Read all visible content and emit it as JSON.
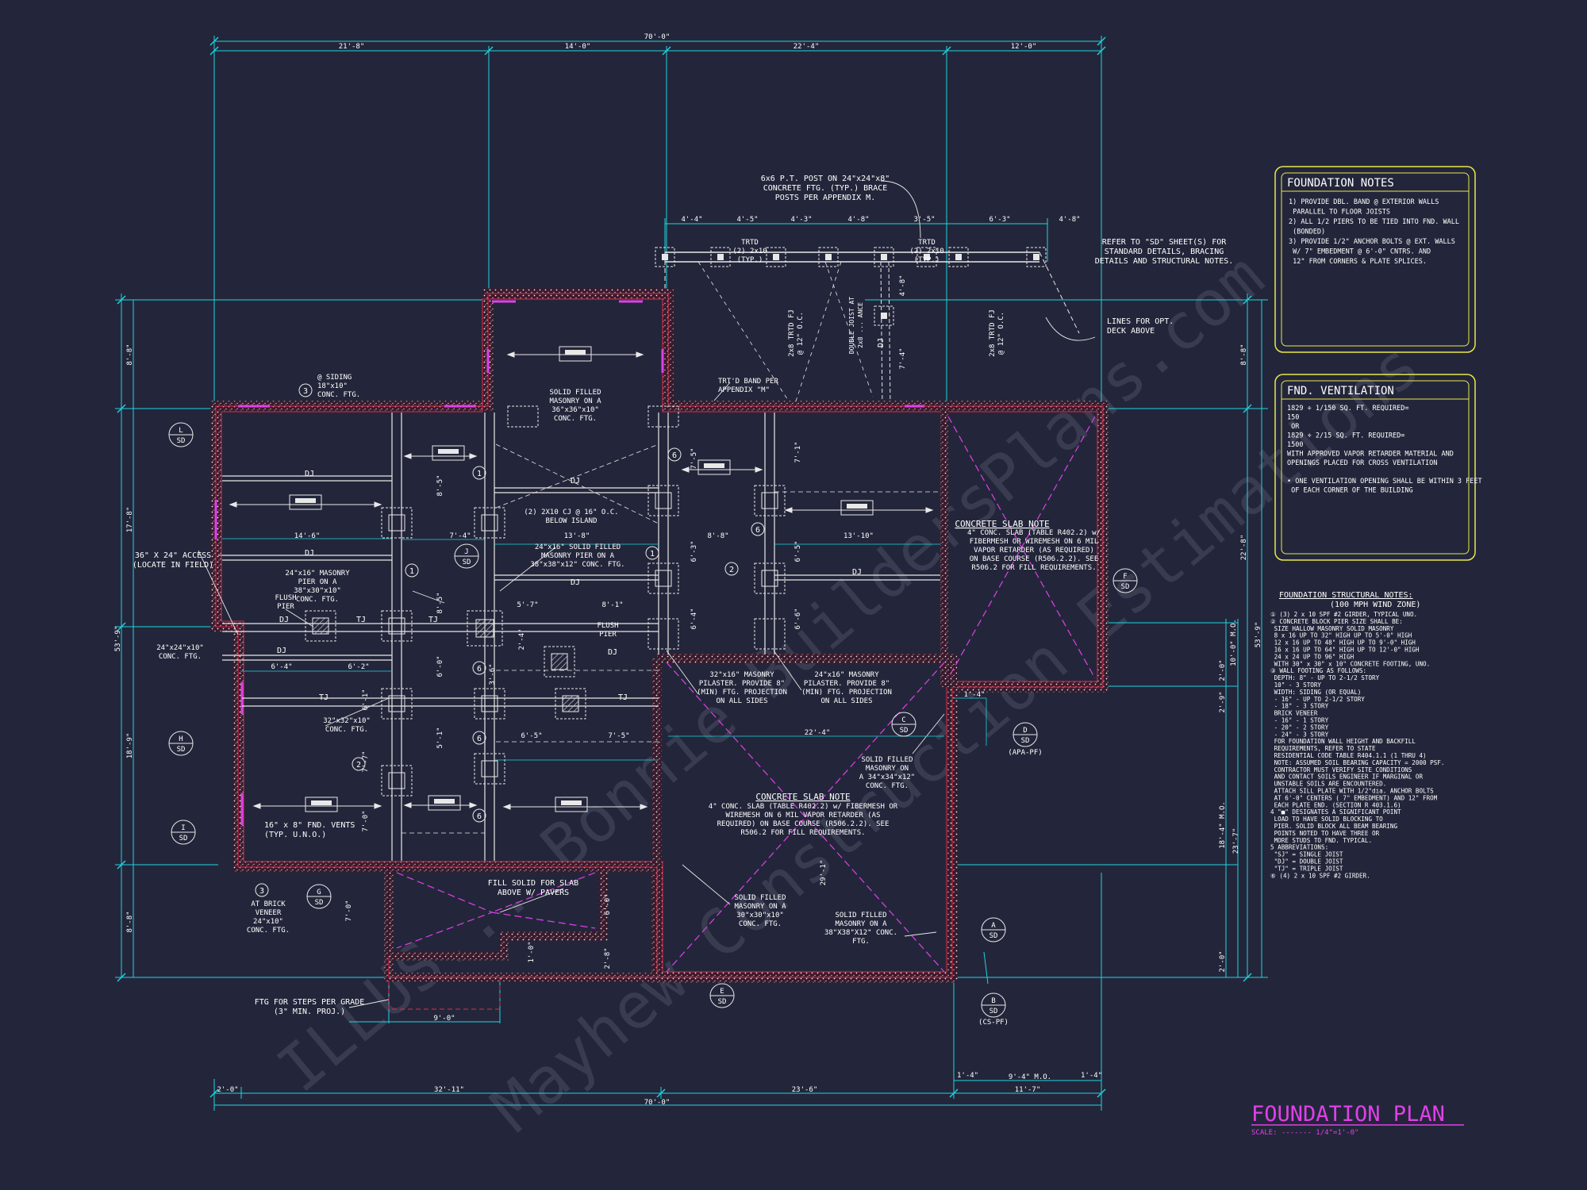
{
  "colors": {
    "background": "#23263a",
    "dimension": "#1fd4e0",
    "wall": "#e0294a",
    "magenta": "#e040e8",
    "notes_border": "#e8e84a",
    "text": "#ffffff",
    "watermark": "#7b7f93"
  },
  "dimensions": {
    "overall_top": "70'-0\"",
    "top_segments": [
      "21'-8\"",
      "14'-0\"",
      "22'-4\"",
      "12'-0\""
    ],
    "deck_segments": [
      "4'-4\"",
      "4'-5\"",
      "4'-3\"",
      "4'-8\"",
      "3'-5\"",
      "6'-3\"",
      "4'-8\""
    ],
    "overall_bottom": "70'-0\"",
    "bottom_segments": [
      "2'-0\"",
      "32'-11\"",
      "23'-6\"",
      "11'-7\""
    ],
    "bottom_small": [
      "1'-4\"",
      "9'-4\" M.O.",
      "1'-4\""
    ],
    "left_segments": [
      "8'-8\"",
      "17'-8\"",
      "18'-9\"",
      "8'-8\""
    ],
    "left_overall": "53'-9\"",
    "right_segments": [
      "8'-8\"",
      "22'-8\"",
      "10'-0\" M.O.",
      "2'-0\"",
      "2'-9\"",
      "18'-4\" M.O.",
      "2'-0\""
    ],
    "right_overall": "53'-9\"",
    "right_small": "23'-7\"",
    "interior": [
      "14'-6\"",
      "13'-8\"",
      "8'-8\"",
      "13'-10\"",
      "6'-4\"",
      "6'-2\"",
      "6'-5\"",
      "7'-5\"",
      "5'-7\"",
      "8'-1\"",
      "22'-4\"",
      "9'-0\"",
      "1'-4\"",
      "7'-4\"",
      "8'-5\"",
      "6'-0\"",
      "7'-5\"",
      "7'-1\"",
      "6'-5\"",
      "6'-6\"",
      "6'-3\"",
      "6'-4\"",
      "5'-1\"",
      "7'-0\"",
      "29'-1\"",
      "6'-0\"",
      "2'-8\"",
      "1'-0\"",
      "7'-0\"",
      "4'-8\"",
      "7'-4\"",
      "3'-6\"",
      "2'-4\"",
      "6'-1\"",
      "7'-7\""
    ]
  },
  "callouts": {
    "deck_post": "6x6 P.T. POST ON 24\"x24\"x8\"\nCONCRETE FTG. (TYP.) BRACE\nPOSTS PER APPENDIX M.",
    "refer_sd": "REFER TO \"SD\" SHEET(S) FOR\nSTANDARD DETAILS, BRACING\nDETAILS AND STRUCTURAL NOTES.",
    "trtd_left": "TRTD\n(2) 2x10\n(TYP.)",
    "trtd_right": "TRTD\n(2) 2x10\n(TYP.)",
    "trtd_fj_left": "2x8 TRTD FJ\n@ 12\" O.C.",
    "trtd_fj_right": "2x8 TRTD FJ\n@ 12\" O.C.",
    "double_joist": "DOUBLE JOIST AT\n2x8 ... ANCE",
    "dj": "DJ",
    "lines_deck": "LINES FOR OPT.\nDECK ABOVE",
    "siding": "@ SIDING\n18\"x10\"\nCONC. FTG.",
    "solid_masonry_top": "SOLID FILLED\nMASONRY ON A\n36\"x36\"x10\"\nCONC. FTG.",
    "trtd_band": "TRT'D BAND PER\nAPPENDIX \"M\"",
    "cj_island": "(2) 2X10 CJ @ 16\" O.C.\nBELOW ISLAND",
    "pier_24x16": "24\"x16\" SOLID FILLED\nMASONRY PIER ON A\n38\"x38\"x12\" CONC. FTG.",
    "access": "36\" X 24\" ACCESS\n(LOCATE IN FIELD)",
    "masonry_pier": "24\"x16\" MASONRY\nPIER ON A\n38\"x30\"x10\"\nCONC. FTG.",
    "flush_pier_left": "FLUSH\nPIER",
    "flush_pier_right": "FLUSH\nPIER",
    "ftg_24": "24\"x24\"x10\"\nCONC. FTG.",
    "ftg_32": "32\"x32\"x10\"\nCONC. FTG.",
    "pilaster_32": "32\"x16\" MASONRY\nPILASTER. PROVIDE 8\"\n(MIN) FTG. PROJECTION\nON ALL SIDES",
    "pilaster_24": "24\"x16\" MASONRY\nPILASTER. PROVIDE 8\"\n(MIN) FTG. PROJECTION\nON ALL SIDES",
    "vents": "16\" x 8\" FND. VENTS\n(TYP. U.N.O.)",
    "brick_veneer": "AT BRICK\nVENEER\n24\"x10\"\nCONC. FTG.",
    "fill_solid": "FILL SOLID FOR SLAB\nABOVE W/ PAVERS",
    "steps": "FTG FOR STEPS PER GRADE\n(3\" MIN. PROJ.)",
    "solid_30": "SOLID FILLED\nMASONRY ON A\n30\"x30\"x10\"\nCONC. FTG.",
    "solid_38": "SOLID FILLED\nMASONRY ON A\n38\"X38\"X12\" CONC.\nFTG.",
    "solid_34": "SOLID FILLED\nMASONRY ON\nA 34\"x34\"x12\"\nCONC. FTG.",
    "slab_note_title": "CONCRETE SLAB NOTE",
    "slab_note_right": "4\" CONC. SLAB (TABLE R402.2) w/\nFIBERMESH OR WIREMESH ON 6 MIL\nVAPOR RETARDER (AS REQUIRED)\nON BASE COURSE (R506.2.2). SEE\nR506.2 FOR FILL REQUIREMENTS.",
    "slab_note_center": "4\" CONC. SLAB (TABLE R402.2) w/ FIBERMESH OR\nWIREMESH ON 6 MIL VAPOR RETARDER (AS\nREQUIRED) ON BASE COURSE (R506.2.2). SEE\nR506.2 FOR FILL REQUIREMENTS.",
    "tj": "TJ",
    "apa_pf": "(APA-PF)",
    "cs_pf": "(CS-PF)"
  },
  "section_tags": [
    {
      "letter": "A",
      "sheet": "SD"
    },
    {
      "letter": "B",
      "sheet": "SD"
    },
    {
      "letter": "C",
      "sheet": "SD"
    },
    {
      "letter": "D",
      "sheet": "SD"
    },
    {
      "letter": "E",
      "sheet": "SD"
    },
    {
      "letter": "F",
      "sheet": "SD"
    },
    {
      "letter": "G",
      "sheet": "SD"
    },
    {
      "letter": "H",
      "sheet": "SD"
    },
    {
      "letter": "I",
      "sheet": "SD"
    },
    {
      "letter": "J",
      "sheet": "SD"
    },
    {
      "letter": "L",
      "sheet": "SD"
    }
  ],
  "keynote_numbers": [
    "1",
    "2",
    "3",
    "6"
  ],
  "foundation_notes": {
    "title": "FOUNDATION NOTES",
    "lines": [
      "1) PROVIDE DBL. BAND @ EXTERIOR WALLS",
      "   PARALLEL TO FLOOR JOISTS",
      "2) ALL 1/2 PIERS TO BE TIED INTO FND. WALL",
      "   (BONDED)",
      "3) PROVIDE 1/2\" ANCHOR BOLTS @ EXT. WALLS",
      "   W/ 7\" EMBEDMENT @ 6'-0\" CNTRS. AND",
      "   12\" FROM CORNERS & PLATE SPLICES."
    ]
  },
  "fnd_ventilation": {
    "title": "FND. VENTILATION",
    "lines": [
      "1829 ÷ 1/150 SQ. FT. REQUIRED=",
      "150",
      "        OR",
      "1829 ÷ 2/15 SQ. FT. REQUIRED=",
      "1500",
      "WITH APPROVED VAPOR RETARDER MATERIAL AND",
      "OPENINGS PLACED FOR CROSS VENTILATION",
      "",
      "• ONE VENTILATION OPENING SHALL BE WITHIN 3 FEET",
      "  OF EACH CORNER OF THE BUILDING"
    ]
  },
  "structural_notes": {
    "title": "FOUNDATION STRUCTURAL NOTES:",
    "subtitle": "(100 MPH WIND ZONE)",
    "lines": [
      "① (3) 2 x 10 SPF #2 GIRDER, TYPICAL UNO.",
      "② CONCRETE BLOCK PIER SIZE SHALL BE:",
      "   SIZE     HALLOW MASONRY    SOLID MASONRY",
      "   8 x 16    UP TO 32\" HIGH    UP TO 5'-0\" HIGH",
      "   12 x 16   UP TO 48\" HIGH    UP TO 9'-0\" HIGH",
      "   16 x 16   UP TO 64\" HIGH    UP TO 12'-0\" HIGH",
      "   24 x 24   UP TO 96\" HIGH",
      "   WITH 30\" x 30\" x 10\" CONCRETE FOOTING, UNO.",
      "③ WALL FOOTING AS FOLLOWS:",
      "   DEPTH:  8\" - UP TO 2-1/2 STORY",
      "           10\" - 3 STORY",
      "   WIDTH:  SIDING (OR EQUAL)",
      "              - 16\" - UP TO 2-1/2 STORY",
      "              - 18\" - 3 STORY",
      "           BRICK VENEER",
      "              - 16\" - 1 STORY",
      "              - 20\" - 2 STORY",
      "              - 24\" - 3 STORY",
      "   FOR FOUNDATION WALL HEIGHT AND BACKFILL",
      "   REQUIREMENTS, REFER TO STATE",
      "   RESIDENTIAL CODE TABLE R404.1.1 (1 THRU 4)",
      "   NOTE: ASSUMED SOIL BEARING CAPACITY = 2000 PSF.",
      "   CONTRACTOR MUST VERIFY SITE CONDITIONS",
      "   AND CONTACT SOILS ENGINEER IF MARGINAL OR",
      "   UNSTABLE SOILS ARE ENCOUNTERED.",
      "   ATTACH SILL PLATE WITH 1/2\"dia. ANCHOR BOLTS",
      "   AT 6'-0\" CENTERS ( 7\" EMBEDMENT) AND 12\" FROM",
      "   EACH PLATE END. (SECTION R 403.1.6)",
      "4  \"■\" DESIGNATES A SIGNIFICANT POINT",
      "   LOAD TO HAVE SOLID BLOCKING TO",
      "   PIER. SOLID BLOCK ALL BEAM BEARING",
      "   POINTS NOTED TO HAVE THREE OR",
      "   MORE STUDS TO FND. TYPICAL.",
      "5  ABBREVIATIONS:",
      "   \"SJ\" = SINGLE JOIST",
      "   \"DJ\" = DOUBLE JOIST",
      "   \"TJ\" = TRIPLE JOIST",
      "⑥ (4) 2 x 10 SPF #2 GIRDER."
    ]
  },
  "title_block": {
    "title": "FOUNDATION PLAN",
    "scale": "SCALE: ------- 1/4\"=1'-0\""
  }
}
